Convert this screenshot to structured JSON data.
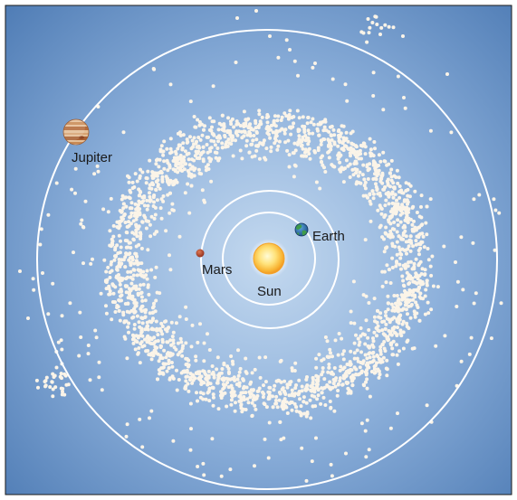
{
  "diagram": {
    "subject": "asteroid belt between the orbits of Mars and Jupiter",
    "labels": {
      "sun": "Sun",
      "mars": "Mars",
      "earth": "Earth",
      "jupiter": "Jupiter"
    },
    "colors": {
      "background_center": "#bcd3ec",
      "background_edge": "#4f7fb8",
      "frame": "#1a1a1a",
      "orbit": "#ffffff",
      "asteroid": "#fbf4e8",
      "sun_core": "#fff6b0",
      "sun_edge": "#f39a1c",
      "mars": "#b9442a",
      "earth_ocean": "#2f78b5",
      "earth_land": "#3f9b4a",
      "jupiter_light": "#e7c39b",
      "jupiter_band": "#b76f3e"
    },
    "icons": [
      "sun-icon",
      "mars-icon",
      "earth-icon",
      "jupiter-icon"
    ]
  }
}
